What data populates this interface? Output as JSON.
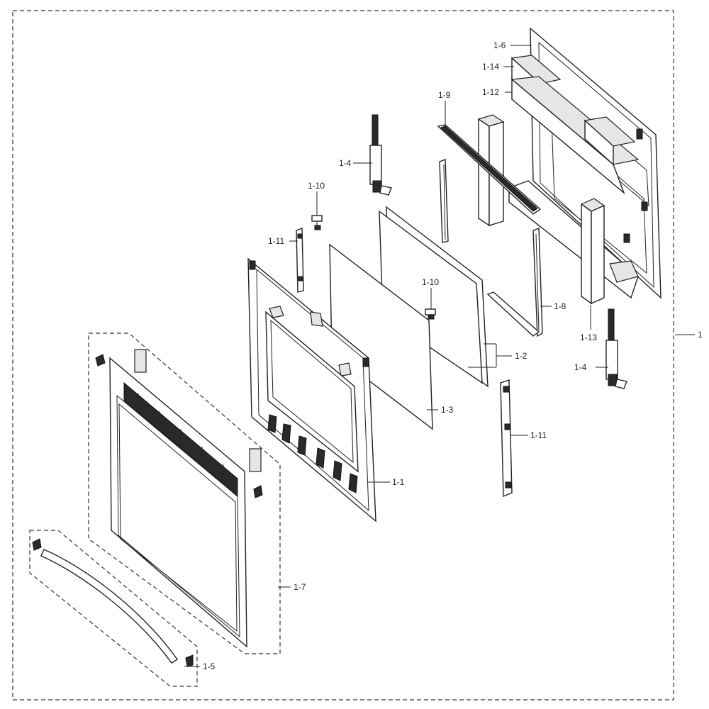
{
  "labels": {
    "assembly": "1",
    "p1_1": "1-1",
    "p1_2": "1-2",
    "p1_3": "1-3",
    "p1_4_top": "1-4",
    "p1_4_bottom": "1-4",
    "p1_5": "1-5",
    "p1_6": "1-6",
    "p1_7": "1-7",
    "p1_8": "1-8",
    "p1_9": "1-9",
    "p1_10_top": "1-10",
    "p1_10_mid": "1-10",
    "p1_11_left": "1-11",
    "p1_11_right": "1-11",
    "p1_12": "1-12",
    "p1_13": "1-13",
    "p1_14": "1-14"
  }
}
